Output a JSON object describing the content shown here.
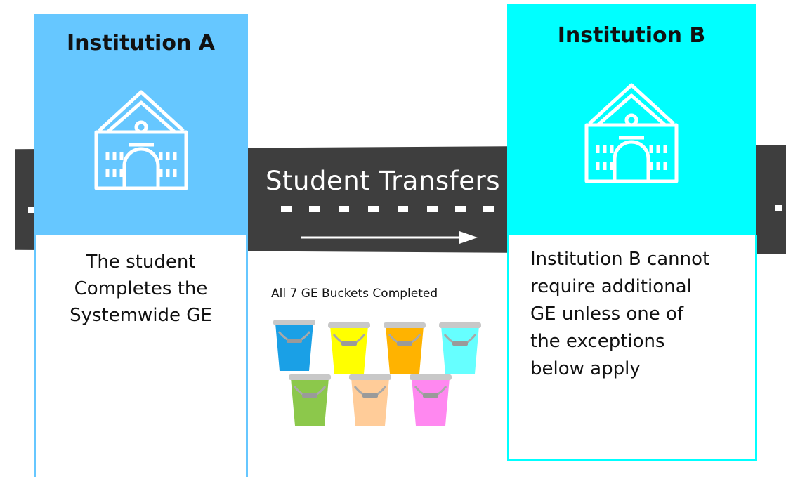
{
  "institution_a": {
    "title": "Institution A",
    "description_lines": [
      "The student",
      "Completes the",
      "Systemwide GE"
    ],
    "color": "#66c7ff"
  },
  "institution_b": {
    "title": "Institution B",
    "description_lines": [
      "Institution B cannot",
      "require additional",
      "GE unless one of",
      "the exceptions",
      "below apply"
    ],
    "color": "#00ffff"
  },
  "road": {
    "label": "Student Transfers",
    "color": "#3e3e3e"
  },
  "buckets": {
    "title": "All 7 GE Buckets Completed",
    "colors": [
      "#1aa0e6",
      "#ffff00",
      "#ffb300",
      "#66ffff",
      "#8cc84b",
      "#ffcc99",
      "#ff88f0"
    ]
  },
  "icons": [
    "school-building-icon",
    "right-arrow-icon",
    "bucket-icon"
  ]
}
